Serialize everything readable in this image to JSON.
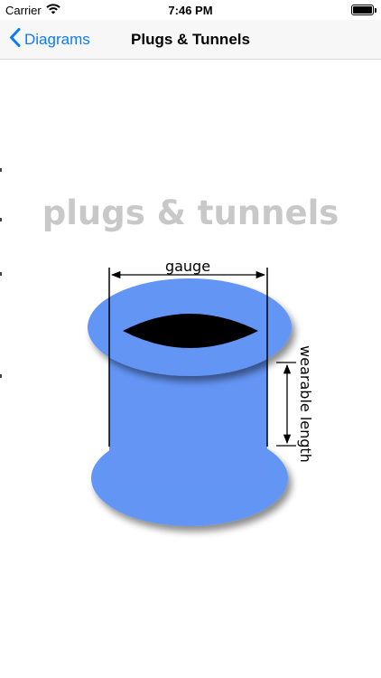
{
  "status_bar": {
    "carrier": "Carrier",
    "time": "7:46 PM",
    "battery_level": 1.0
  },
  "nav": {
    "back_label": "Diagrams",
    "title": "Plugs & Tunnels"
  },
  "diagram": {
    "heading": "plugs & tunnels",
    "gauge_label": "gauge",
    "wearable_label": "wearable length",
    "colors": {
      "tunnel": "#6495f5",
      "hole": "#000000",
      "heading": "#c8c8c8",
      "accent": "#0a7aff"
    }
  },
  "icons": {
    "back": "chevron-left-icon",
    "wifi": "wifi-icon",
    "battery": "battery-icon"
  }
}
